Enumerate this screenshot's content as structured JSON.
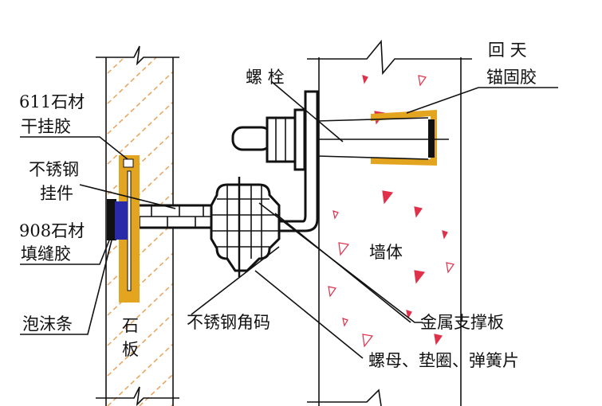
{
  "labels": {
    "bolt": "螺 栓",
    "anchor_glue_1": "回 天",
    "anchor_glue_2": "锚固胶",
    "dry_hang_glue_1": "611石材",
    "dry_hang_glue_2": "干挂胶",
    "hanger_1": "不锈钢",
    "hanger_2": "挂件",
    "sealant_1": "908石材",
    "sealant_2": "填缝胶",
    "foam_strip": "泡沫条",
    "stone_1": "石",
    "stone_2": "板",
    "angle_bracket": "不锈钢角码",
    "wall": "墙体",
    "support_plate": "金属支撑板",
    "nut_washer_spring": "螺母、垫圈、弹簧片"
  },
  "colors": {
    "glue": "#e3a41f",
    "sealant": "#2a2aa8",
    "hatch": "#e8a25a",
    "aggregate": "#e0304a"
  }
}
